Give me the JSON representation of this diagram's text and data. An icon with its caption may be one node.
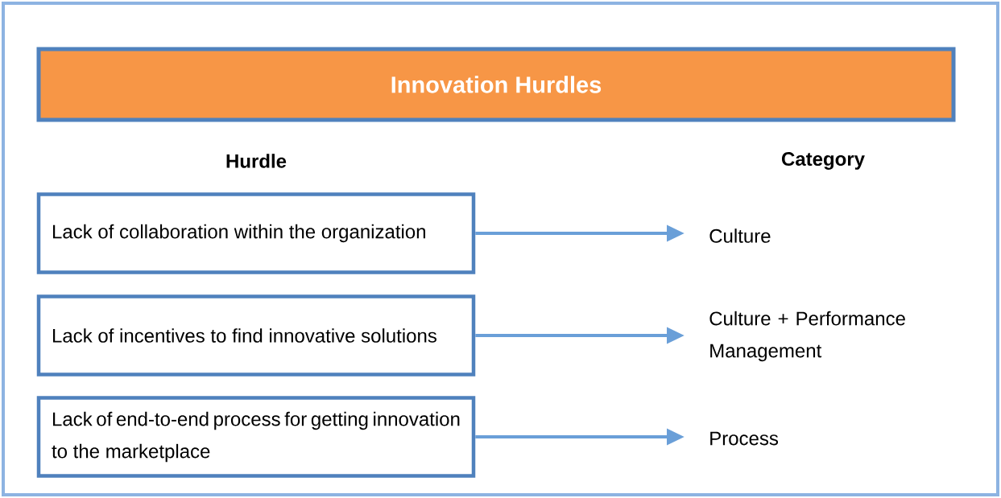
{
  "diagram": {
    "title": "Innovation Hurdles",
    "nodes": [
      {
        "text": [
          "Lack of collaboration within the organization"
        ]
      },
      {
        "text": [
          "Lack of incentives to find innovative solutions"
        ]
      },
      {
        "text": [
          "Lack of end-to-end process for getting innovation to the marketplace"
        ]
      },
      {
        "text": [
          "Culture"
        ]
      },
      {
        "text": [
          "Culture + Performance Management"
        ]
      },
      {
        "text": [
          "Process"
        ]
      }
    ],
    "edges": [
      {
        "from": 0,
        "to": 3,
        "arrow": "to"
      },
      {
        "from": 1,
        "to": 4,
        "arrow": "to"
      },
      {
        "from": 2,
        "to": 5,
        "arrow": "to"
      }
    ],
    "labels": [
      "Hurdle",
      "Category"
    ]
  }
}
